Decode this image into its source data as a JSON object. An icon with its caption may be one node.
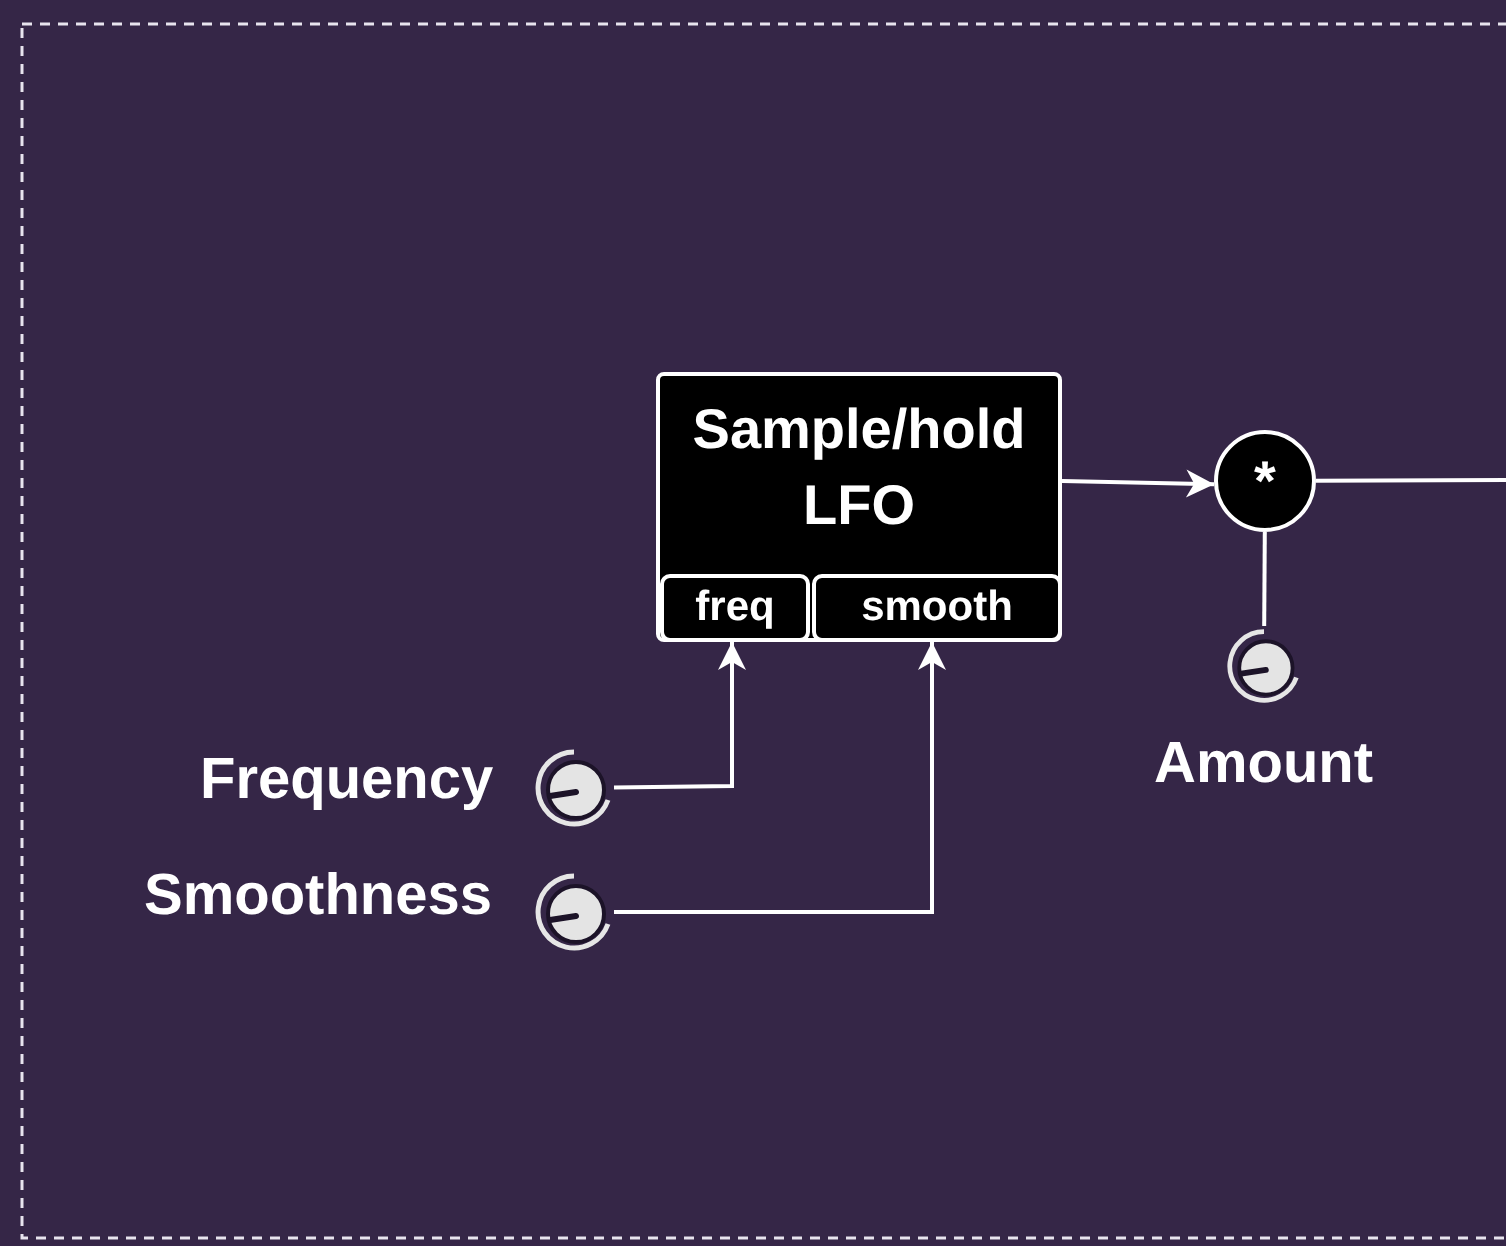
{
  "diagram": {
    "nodes": [
      {
        "text": [
          "Sample/hold LFO"
        ]
      },
      {
        "text": [
          "freq"
        ],
        "in": 0
      },
      {
        "text": [
          "smooth"
        ],
        "in": 0
      },
      {
        "text": [
          "*"
        ]
      },
      {
        "text": [],
        "shape": "knob",
        "beside": [
          "Amount"
        ]
      },
      {
        "text": [],
        "shape": "knob",
        "beside": [
          "Frequency"
        ]
      },
      {
        "text": [],
        "shape": "knob",
        "beside": [
          "Smoothness"
        ]
      }
    ],
    "edges": [
      {
        "from": 0,
        "to": 3,
        "arrow": "to"
      },
      {
        "from": 3,
        "to": null,
        "arrow": "none"
      },
      {
        "from": 4,
        "to": 3,
        "arrow": "none"
      },
      {
        "from": 5,
        "to": 1,
        "arrow": "to"
      },
      {
        "from": 6,
        "to": 2,
        "arrow": "to"
      }
    ]
  }
}
